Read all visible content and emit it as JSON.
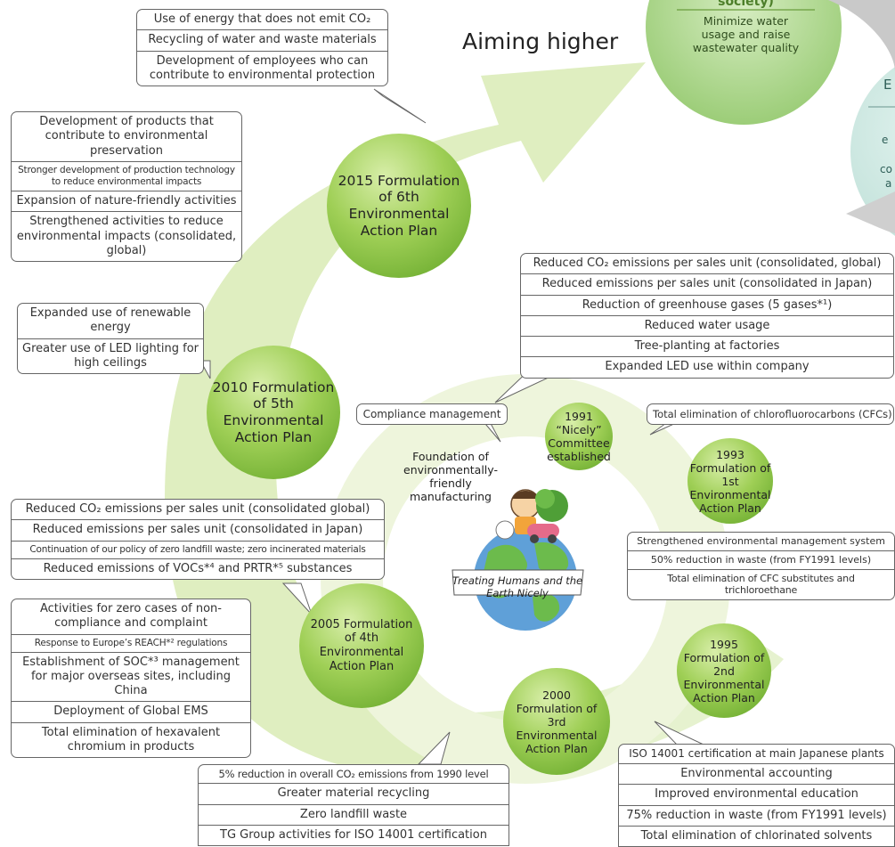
{
  "heading": "Aiming higher",
  "top_circle": {
    "title": "society)",
    "text": "Minimize water usage and raise wastewater quality"
  },
  "right_circle": {
    "letter": "E",
    "lines": [
      "e",
      "co",
      "a"
    ]
  },
  "plans": {
    "p2015": "2015 Formulation of 6th Environmental Action Plan",
    "p2010": "2010 Formulation of 5th Environmental Action Plan",
    "p2005": "2005 Formulation of 4th Environmental Action Plan",
    "p2000": "2000 Formulation of 3rd Environmental Action Plan",
    "p1995": "1995 Formulation of 2nd Environmental Action Plan",
    "p1993": "1993 Formulation of 1st Environmental Action Plan",
    "p1991": "1991 “Nicely” Committee established"
  },
  "center": {
    "foundation": "Foundation of environmentally-friendly manufacturing",
    "motto": "Treating Humans and the Earth Nicely"
  },
  "callouts": {
    "top_left": [
      "Use of energy that does not emit CO₂",
      "Recycling of water and waste materials",
      "Development of employees who can contribute to environmental protection"
    ],
    "left_2015": [
      "Development of products that contribute to environmental preservation",
      "Stronger development of production technology to reduce environmental impacts",
      "Expansion of nature-friendly activities",
      "Strengthened activities to reduce environmental impacts (consolidated, global)"
    ],
    "left_2010": [
      "Expanded use of renewable energy",
      "Greater use of LED lighting for high ceilings"
    ],
    "right_2010": [
      "Reduced CO₂ emissions per sales unit (consolidated, global)",
      "Reduced emissions per sales unit (consolidated in Japan)",
      "Reduction of greenhouse gases (5 gases*¹)",
      "Reduced water usage",
      "Tree-planting at factories",
      "Expanded LED use within company"
    ],
    "compliance": "Compliance management",
    "cfc": "Total elimination of chlorofluorocarbons (CFCs)",
    "left_2005_a": [
      "Reduced CO₂ emissions per sales unit (consolidated global)",
      "Reduced emissions per sales unit (consolidated in Japan)",
      "Continuation of our policy of zero landfill waste; zero incinerated materials",
      "Reduced emissions of VOCs*⁴ and PRTR*⁵ substances"
    ],
    "left_2005_b": [
      "Activities for zero cases of non-compliance and complaint",
      "Response to Europe’s REACH*² regulations",
      "Establishment of SOC*³ management for major overseas sites, including China",
      "Deployment of Global EMS",
      "Total elimination of hexavalent chromium in products"
    ],
    "right_1993": [
      "Strengthened environmental management system",
      "50% reduction in waste (from FY1991 levels)",
      "Total elimination of CFC substitutes and trichloroethane"
    ],
    "bottom_2000": [
      "5% reduction in overall CO₂ emissions from 1990 level",
      "Greater material recycling",
      "Zero landfill waste",
      "TG Group activities for ISO 14001 certification"
    ],
    "right_1995": [
      "ISO 14001 certification at main Japanese plants",
      "Environmental accounting",
      "Improved environmental education",
      "75% reduction in waste (from FY1991 levels)",
      "Total elimination of chlorinated solvents"
    ]
  },
  "colors": {
    "arrow": "#d9e9b4",
    "inner_ring": "#e8f1d2",
    "plan_green": "#7bbf3a",
    "top_circle": "#b6dc97",
    "right_circle": "#cde8e2"
  }
}
